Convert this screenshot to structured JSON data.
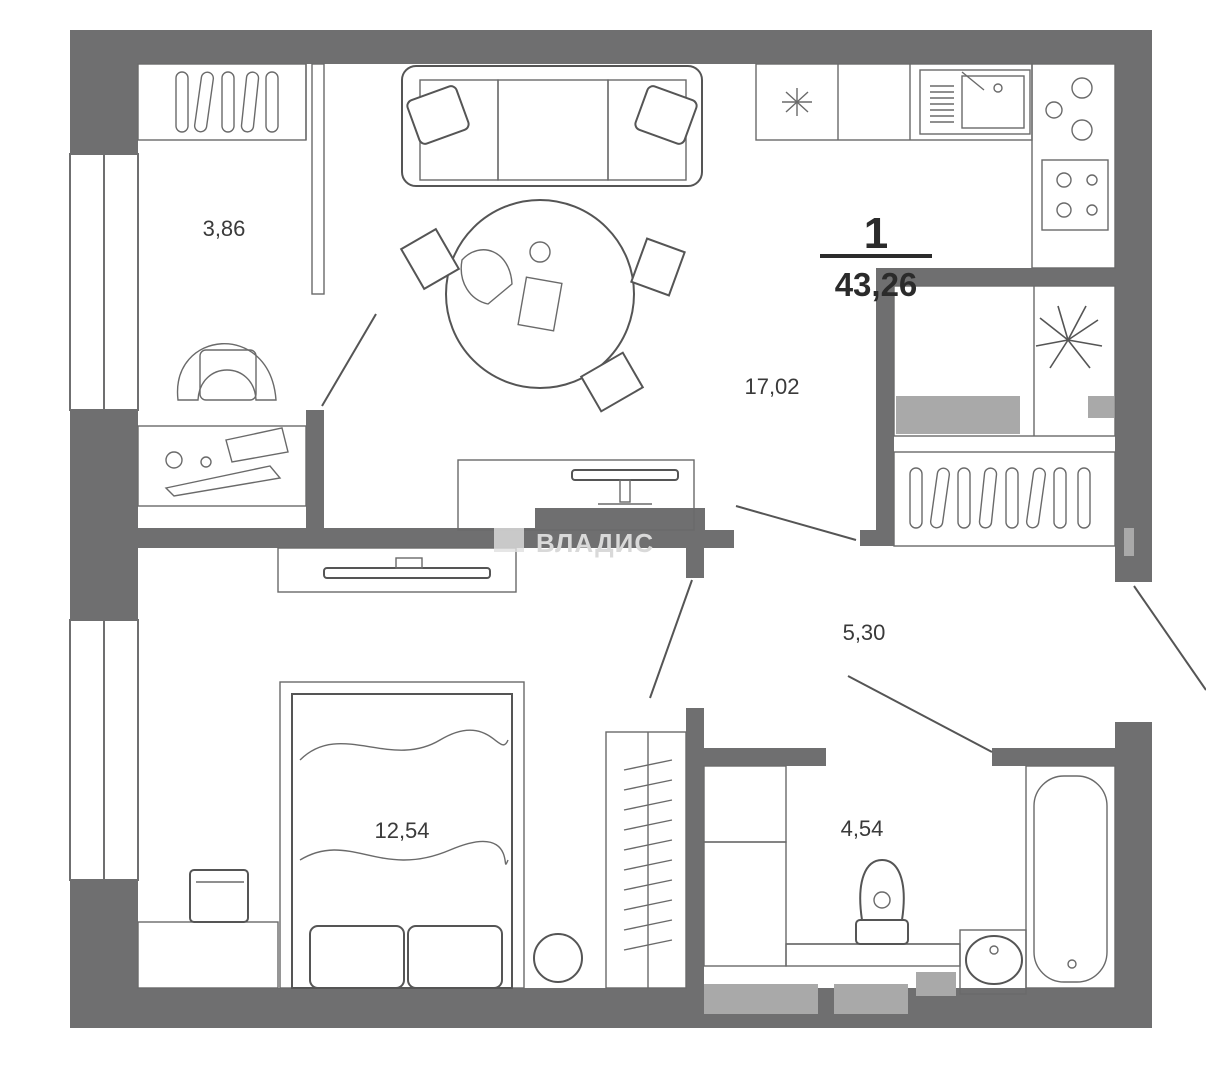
{
  "plan": {
    "rooms_count": "1",
    "total_area": "43,26",
    "rooms": [
      {
        "id": "wardrobe",
        "area": "3,86"
      },
      {
        "id": "kitchen-living",
        "area": "17,02"
      },
      {
        "id": "hall",
        "area": "5,30"
      },
      {
        "id": "bedroom",
        "area": "12,54"
      },
      {
        "id": "bathroom",
        "area": "4,54"
      }
    ],
    "watermark": "ВЛАДИС",
    "colors": {
      "wall": "#6f6f70",
      "furniture_stroke": "#555555",
      "appliance_fill": "#a9a9a9",
      "text": "#3a3a3a"
    }
  }
}
